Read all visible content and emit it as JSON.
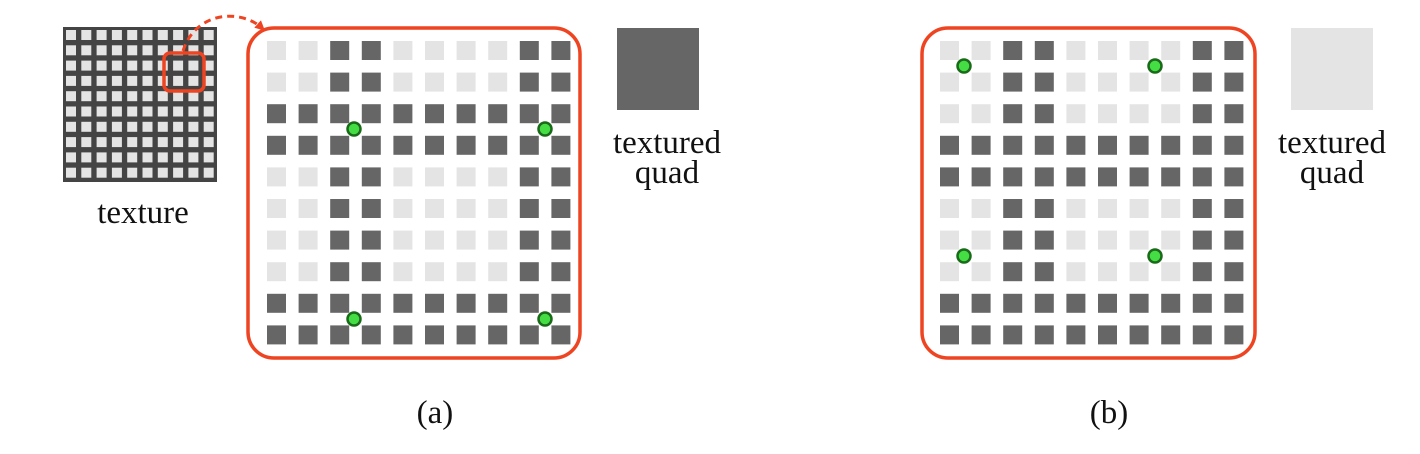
{
  "colors": {
    "dark": "#666666",
    "light": "#e4e4e4",
    "border": "#ee4422",
    "point_fill": "#44dd44",
    "point_stroke": "#1a6a1a",
    "texture_bg": "#444444"
  },
  "texture": {
    "label": "texture",
    "pattern": "checker light squares on dark background"
  },
  "panel_a": {
    "caption": "(a)",
    "quad_label_1": "textured",
    "quad_label_2": "quad",
    "quad_color": "dark",
    "sample_points": 4
  },
  "panel_b": {
    "caption": "(b)",
    "quad_label_1": "textured",
    "quad_label_2": "quad",
    "quad_color": "light",
    "sample_points": 4
  }
}
